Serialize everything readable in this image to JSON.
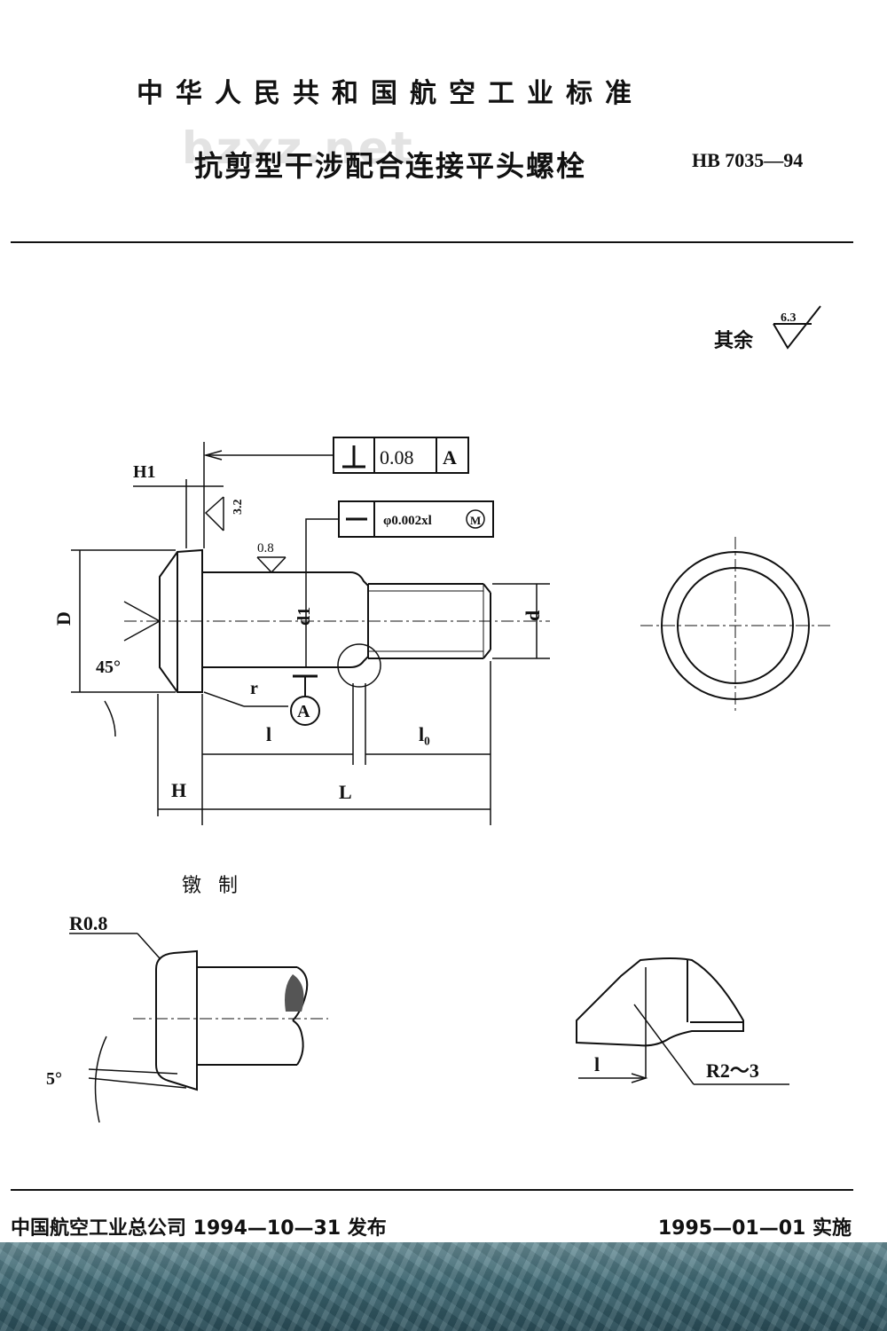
{
  "header": {
    "organization": "中华人民共和国航空工业标准",
    "title": "抗剪型干涉配合连接平头螺栓",
    "number": "HB 7035—94",
    "watermark": "bzxz.net"
  },
  "surface_finish": {
    "label": "其余",
    "value": "6.3"
  },
  "main_drawing": {
    "H1": "H1",
    "roughness_3_2": "3.2",
    "roughness_0_8": "0.8",
    "D": "D",
    "d1": "d1",
    "d": "d",
    "angle_45": "45°",
    "r": "r",
    "datum_A": "A",
    "l": "l",
    "l0": "l₀",
    "H": "H",
    "L": "L",
    "perp_tolerance": "0.08",
    "perp_datum": "A",
    "straight_tolerance": "φ0.002xl",
    "modifier_M": "M"
  },
  "upset_drawing": {
    "title": "镦 制",
    "R": "R0.8",
    "angle_5": "5°"
  },
  "detail_drawing": {
    "l": "l",
    "R": "R2～3"
  },
  "footer": {
    "issued": "中国航空工业总公司 1994—10—31 发布",
    "effective": "1995—01—01 实施"
  }
}
